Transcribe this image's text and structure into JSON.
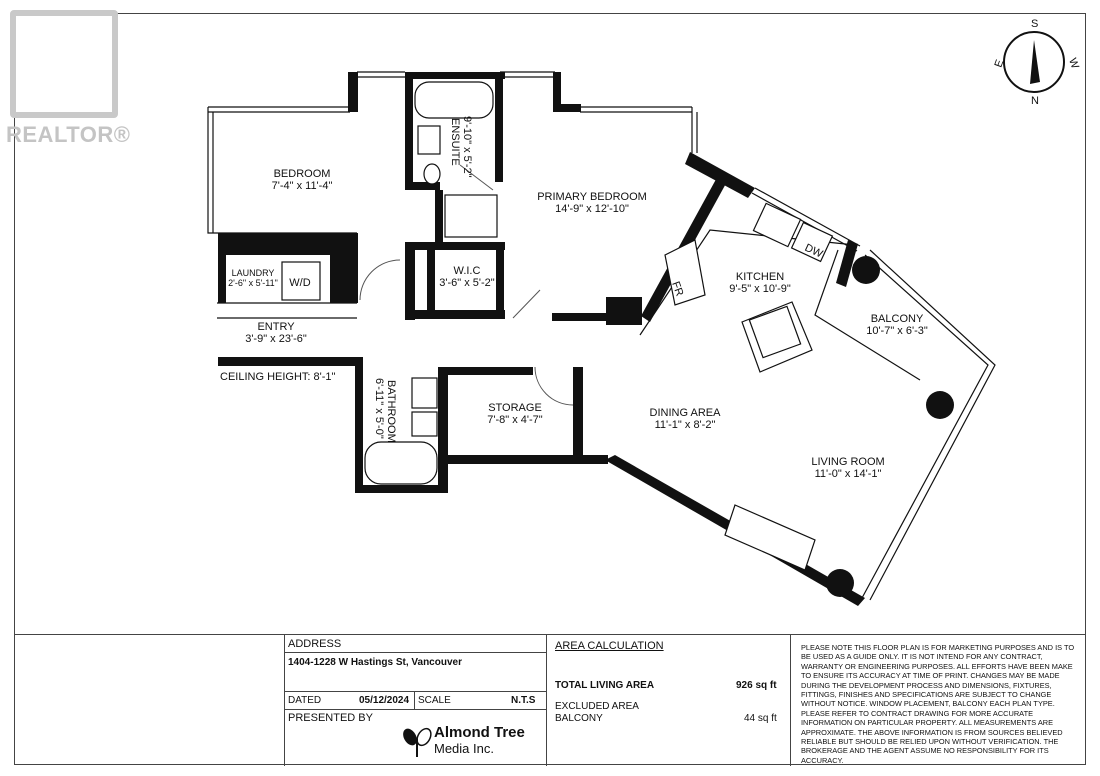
{
  "watermark": {
    "text": "REALTOR®"
  },
  "compass": {
    "s": "S",
    "n": "N",
    "e": "E",
    "w": "W"
  },
  "rooms": {
    "bedroom": {
      "name": "BEDROOM",
      "dims": "7'-4\" x 11'-4\""
    },
    "ensuite": {
      "name": "ENSUITE",
      "dims": "9'-10\" x 5'-2\""
    },
    "primary": {
      "name": "PRIMARY BEDROOM",
      "dims": "14'-9\" x 12'-10\""
    },
    "laundry": {
      "name": "LAUNDRY",
      "dims": "2'-6\" x 5'-11\"",
      "appliance": "W/D"
    },
    "wic": {
      "name": "W.I.C",
      "dims": "3'-6\" x 5'-2\""
    },
    "kitchen": {
      "name": "KITCHEN",
      "dims": "9'-5\" x 10'-9\"",
      "fridge": "FR",
      "dishwasher": "DW"
    },
    "balcony": {
      "name": "BALCONY",
      "dims": "10'-7\" x 6'-3\""
    },
    "entry": {
      "name": "ENTRY",
      "dims": "3'-9\" x 23'-6\""
    },
    "bathroom": {
      "name": "BATHROOM",
      "dims": "6'-11\" x 5'-0\""
    },
    "storage": {
      "name": "STORAGE",
      "dims": "7'-8\" x 4'-7\""
    },
    "dining": {
      "name": "DINING AREA",
      "dims": "11'-1\" x 8'-2\""
    },
    "living": {
      "name": "LIVING ROOM",
      "dims": "11'-0\" x 14'-1\""
    }
  },
  "ceiling": "CEILING HEIGHT: 8'-1\"",
  "titleblock": {
    "address_label": "ADDRESS",
    "address": "1404-1228 W Hastings St, Vancouver",
    "dated_label": "DATED",
    "dated": "05/12/2024",
    "scale_label": "SCALE",
    "scale": "N.T.S",
    "presented_label": "PRESENTED BY",
    "company_line1": "Almond Tree",
    "company_line2": "Media Inc.",
    "area_label": "AREA  CALCULATION",
    "total_label": "TOTAL LIVING AREA",
    "total_value": "926 sq ft",
    "excluded_label": "EXCLUDED AREA",
    "balcony_label": "BALCONY",
    "balcony_value": "44 sq ft",
    "disclaimer": "PLEASE NOTE THIS FLOOR PLAN IS FOR MARKETING PURPOSES AND IS TO BE USED AS A GUIDE ONLY. IT IS NOT INTEND FOR ANY CONTRACT, WARRANTY OR ENGINEERING PURPOSES. ALL EFFORTS HAVE BEEN MAKE TO ENSURE ITS ACCURACY AT TIME OF PRINT. CHANGES MAY BE MADE DURING THE DEVELOPMENT PROCESS AND DIMENSIONS, FIXTURES, FITTINGS, FINISHES AND SPECIFICATIONS ARE SUBJECT TO CHANGE WITHOUT NOTICE. WINDOW PLACEMENT, BALCONY EACH PLAN TYPE. PLEASE REFER TO CONTRACT DRAWING FOR MORE ACCURATE INFORMATION ON PARTICULAR PROPERTY. ALL MEASUREMENTS ARE APPROXIMATE. THE ABOVE INFORMATION IS FROM SOURCES BELIEVED RELIABLE BUT SHOULD BE RELIED UPON WITHOUT VERIFICATION. THE BROKERAGE AND THE AGENT ASSUME NO RESPONSIBILITY FOR ITS ACCURACY."
  }
}
